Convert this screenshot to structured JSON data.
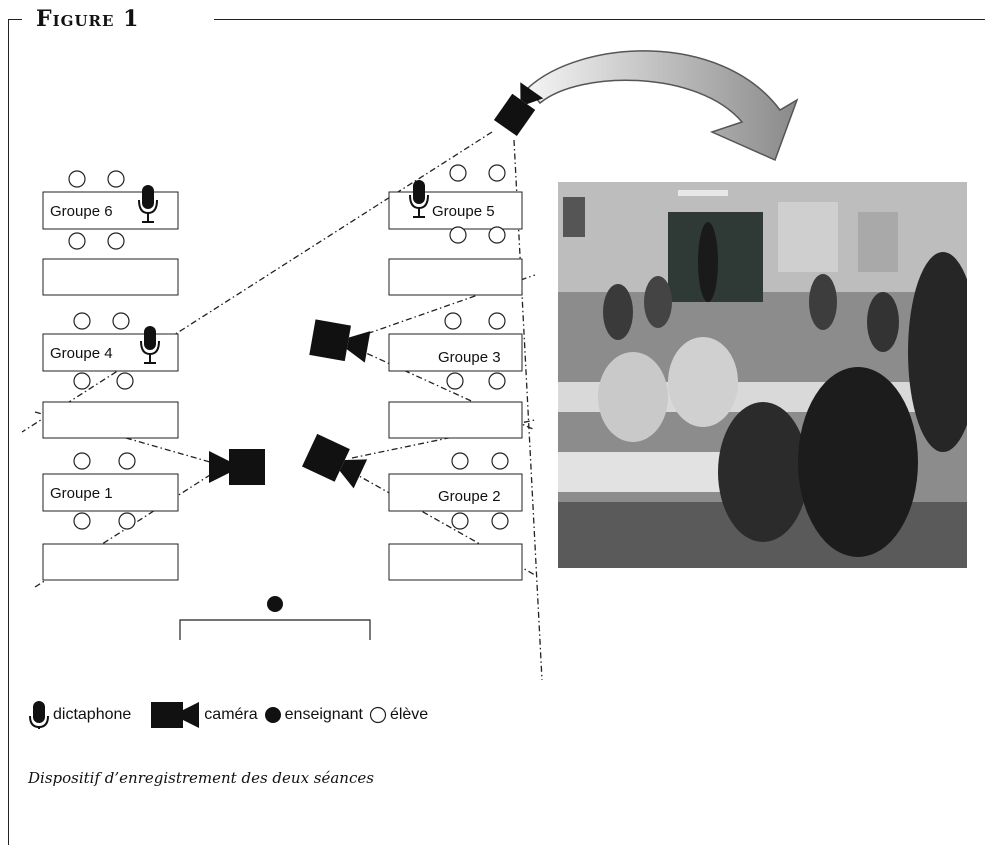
{
  "figure": {
    "title": "Figure 1",
    "caption": "Dispositif d’enregistrement des deux séances"
  },
  "groups": {
    "g6": "Groupe 6",
    "g5": "Groupe 5",
    "g4": "Groupe 4",
    "g3": "Groupe 3",
    "g1": "Groupe 1",
    "g2": "Groupe 2"
  },
  "legend": {
    "dictaphone": "dictaphone",
    "camera": "caméra",
    "teacher": "enseignant",
    "student": "élève"
  },
  "icons": {
    "dictaphone": "microphone-icon",
    "camera": "video-camera-icon",
    "teacher": "filled-circle-icon",
    "student": "empty-circle-icon",
    "arrow": "curved-arrow-icon"
  },
  "photo": {
    "kind": "classroom-photograph",
    "tone": "grayscale"
  }
}
